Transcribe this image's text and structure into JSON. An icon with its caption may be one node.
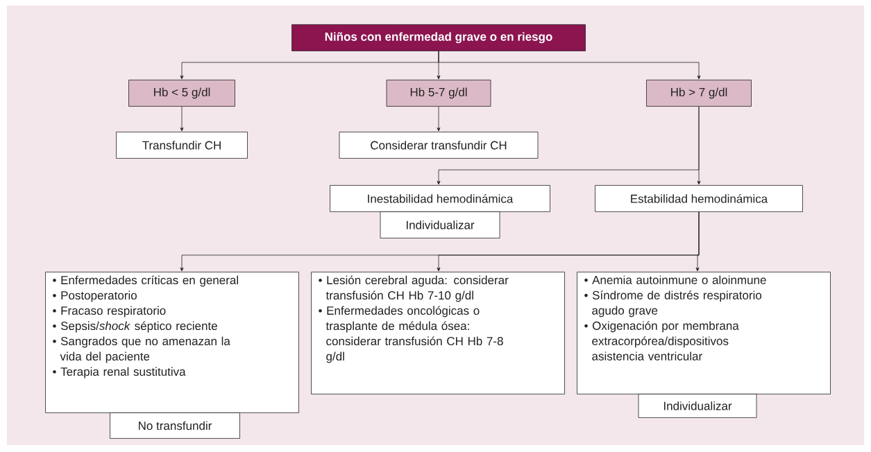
{
  "diagram": {
    "nodes": [
      {
        "text": [
          "Niños con enfermedad grave o en riesgo"
        ]
      },
      {
        "text": [
          "Hb < 5 g/dl"
        ]
      },
      {
        "text": [
          "Hb 5-7 g/dl"
        ]
      },
      {
        "text": [
          "Hb > 7 g/dl"
        ]
      },
      {
        "text": [
          "Transfundir CH"
        ]
      },
      {
        "text": [
          "Considerar transfundir CH"
        ]
      },
      {
        "text": [
          "Inestabilidad hemodinámica"
        ]
      },
      {
        "text": [
          "Individualizar"
        ]
      },
      {
        "text": [
          "Estabilidad hemodinámica"
        ]
      },
      {
        "text": [
          "• Enfermedades críticas en general",
          "• Postoperatorio",
          "• Fracaso respiratorio",
          "• Sepsis/*shock* séptico reciente",
          "• Sangrados que no amenazan la vida del paciente",
          "• Terapia renal sustitutiva"
        ]
      },
      {
        "text": [
          "• Lesión cerebral aguda: considerar transfusión CH Hb 7-10 g/dl",
          "• Enfermedades oncológicas o trasplante de médula ósea: considerar transfusión CH Hb 7-8 g/dl"
        ]
      },
      {
        "text": [
          "• Anemia autoinmune o aloinmune",
          "• Síndrome de distrés respiratorio agudo grave",
          "• Oxigenación por membrana extracorpórea/dispositivos asistencia ventricular"
        ]
      },
      {
        "text": [
          "No transfundir"
        ]
      },
      {
        "text": [
          "Individualizar"
        ]
      }
    ],
    "edges": [
      {
        "from": 0,
        "to": 1,
        "arrow": "to"
      },
      {
        "from": 0,
        "to": 2,
        "arrow": "to"
      },
      {
        "from": 0,
        "to": 3,
        "arrow": "to"
      },
      {
        "from": 1,
        "to": 4,
        "arrow": "to"
      },
      {
        "from": 2,
        "to": 5,
        "arrow": "to"
      },
      {
        "from": 3,
        "to": 6,
        "arrow": "to"
      },
      {
        "from": 3,
        "to": 8,
        "arrow": "to"
      },
      {
        "from": 8,
        "to": 9,
        "arrow": "to"
      },
      {
        "from": 8,
        "to": 10,
        "arrow": "to"
      },
      {
        "from": 8,
        "to": 11,
        "arrow": "to"
      }
    ]
  }
}
